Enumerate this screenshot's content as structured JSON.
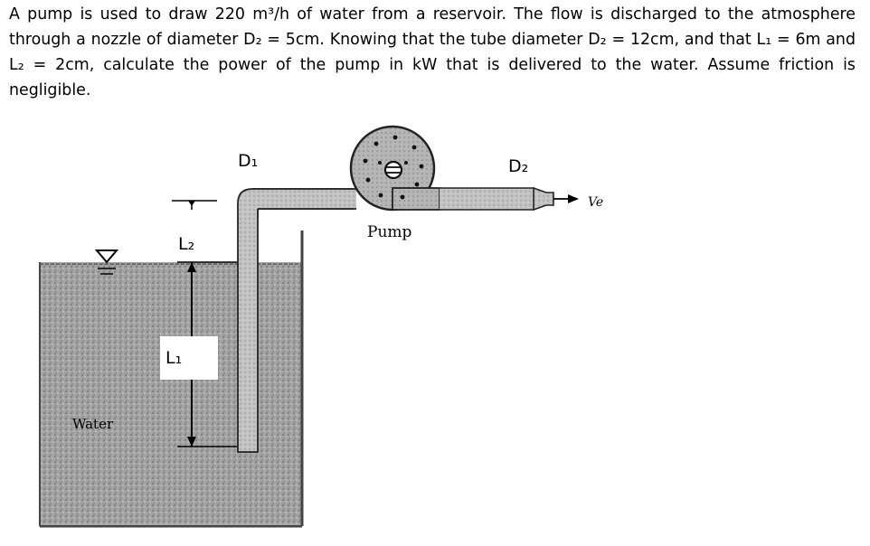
{
  "problem": {
    "text": "A pump is used to draw 220 m³/h of water from a reservoir. The flow is discharged to the atmosphere through a nozzle of diameter D₂ = 5cm. Knowing that the tube diameter D₂ = 12cm, and that L₁ = 6m and L₂ = 2cm, calculate the power of the pump in kW that is delivered to the water. Assume friction is negligible."
  },
  "figure": {
    "label_d1": "D₁",
    "label_d2": "D₂",
    "label_l1": "L₁",
    "label_l2": "L₂",
    "label_pump": "Pump",
    "label_water": "Water",
    "label_ve": "Ve",
    "water_color": "#9a9a9a",
    "pipe_color": "#bdbdbd"
  }
}
